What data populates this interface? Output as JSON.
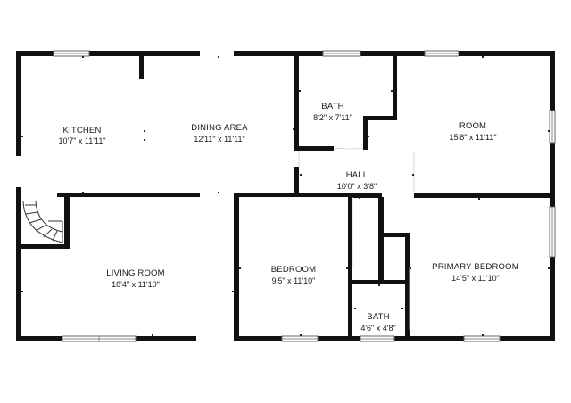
{
  "rooms": {
    "kitchen": {
      "name": "KITCHEN",
      "dims": "10'7\" x 11'11\""
    },
    "dining": {
      "name": "DINING AREA",
      "dims": "12'11\" x 11'11\""
    },
    "bath1": {
      "name": "BATH",
      "dims": "8'2\" x 7'11\""
    },
    "room": {
      "name": "ROOM",
      "dims": "15'8\" x 11'11\""
    },
    "hall": {
      "name": "HALL",
      "dims": "10'0\" x 3'8\""
    },
    "living": {
      "name": "LIVING ROOM",
      "dims": "18'4\" x 11'10\""
    },
    "bedroom": {
      "name": "BEDROOM",
      "dims": "9'5\" x 11'10\""
    },
    "primary": {
      "name": "PRIMARY BEDROOM",
      "dims": "14'5\" x 11'10\""
    },
    "bath2": {
      "name": "BATH",
      "dims": "4'6\" x 4'8\""
    }
  },
  "colors": {
    "wall": "#111111",
    "window": "#888888",
    "background": "#ffffff"
  }
}
